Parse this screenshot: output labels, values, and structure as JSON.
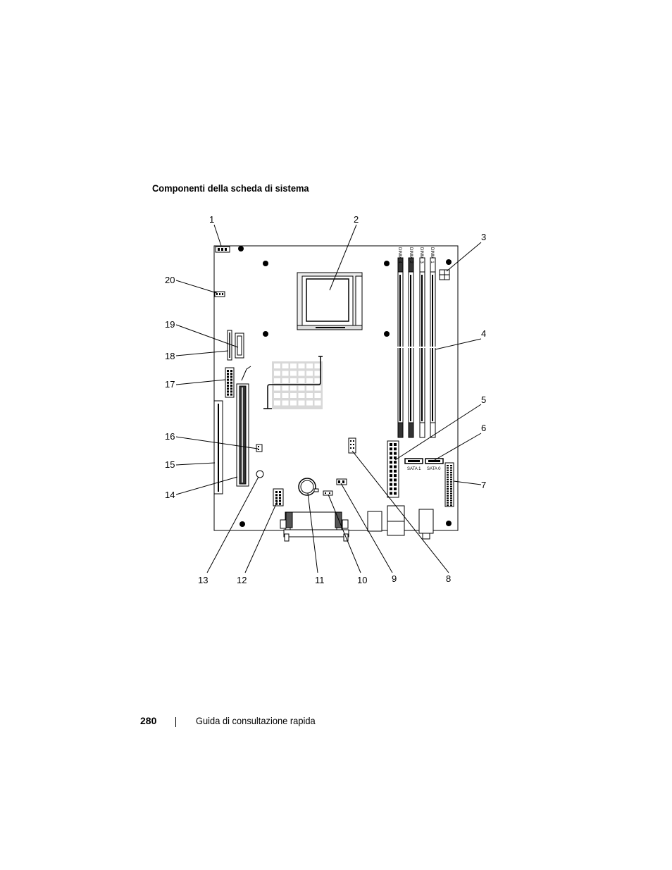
{
  "heading": "Componenti della scheda di sistema",
  "footer": {
    "page_number": "280",
    "title": "Guida di consultazione rapida"
  },
  "diagram": {
    "callouts": [
      "1",
      "2",
      "3",
      "4",
      "5",
      "6",
      "7",
      "8",
      "9",
      "10",
      "11",
      "12",
      "13",
      "14",
      "15",
      "16",
      "17",
      "18",
      "19",
      "20"
    ],
    "dimm_labels": [
      "DIMM_4",
      "DIMM_2",
      "DIMM_3",
      "DIMM_1"
    ],
    "sata_labels": [
      "SATA 1",
      "SATA 0"
    ]
  }
}
